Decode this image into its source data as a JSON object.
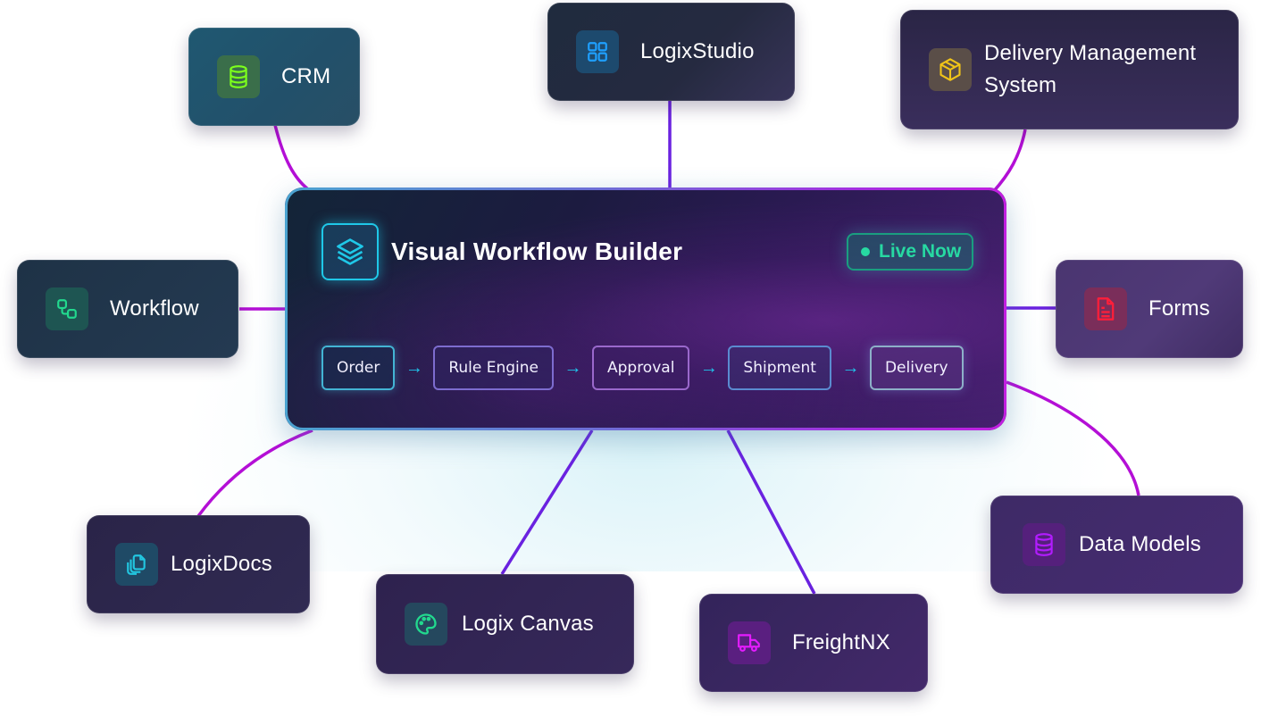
{
  "center": {
    "title": "Visual Workflow Builder",
    "icon": "layers-icon",
    "status_badge": "Live Now",
    "status_color": "#27d9a2",
    "pipeline": [
      {
        "label": "Order"
      },
      {
        "label": "Rule Engine"
      },
      {
        "label": "Approval"
      },
      {
        "label": "Shipment"
      },
      {
        "label": "Delivery"
      }
    ],
    "arrow_glyph": "→"
  },
  "nodes": {
    "crm": {
      "label": "CRM",
      "icon": "database-icon",
      "icon_color": "#7cff1c"
    },
    "studio": {
      "label": "LogixStudio",
      "icon": "grid-icon",
      "icon_color": "#1ea0ff"
    },
    "dms": {
      "label": "Delivery Management System",
      "icon": "package-icon",
      "icon_color": "#f0c419"
    },
    "workflow": {
      "label": "Workflow",
      "icon": "workflow-icon",
      "icon_color": "#22d98e"
    },
    "forms": {
      "label": "Forms",
      "icon": "document-icon",
      "icon_color": "#ff1f3a"
    },
    "docs": {
      "label": "LogixDocs",
      "icon": "copy-files-icon",
      "icon_color": "#22c6e0"
    },
    "canvas": {
      "label": "Logix Canvas",
      "icon": "palette-icon",
      "icon_color": "#22d98e"
    },
    "freight": {
      "label": "FreightNX",
      "icon": "truck-icon",
      "icon_color": "#e41cff"
    },
    "models": {
      "label": "Data Models",
      "icon": "database-icon",
      "icon_color": "#b21cff"
    }
  },
  "connector_colors": {
    "magenta": "#b40fd6",
    "violet": "#6a22e0"
  }
}
